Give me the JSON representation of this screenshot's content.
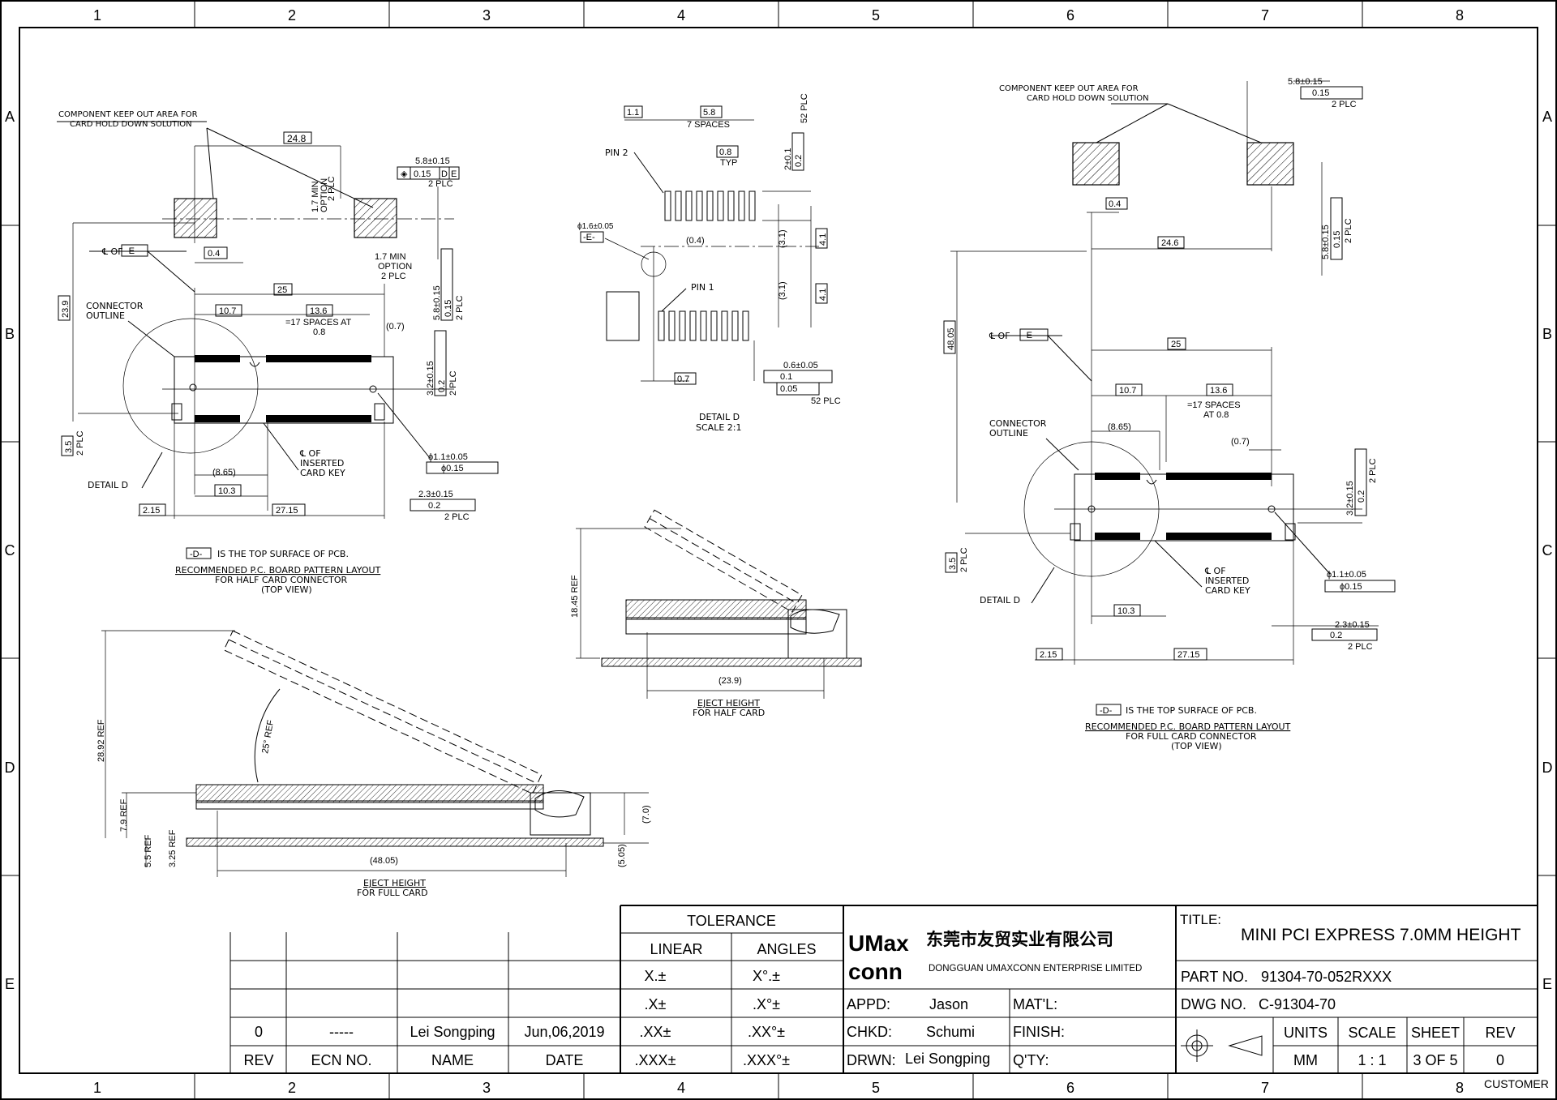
{
  "border": {
    "cols": [
      "1",
      "2",
      "3",
      "4",
      "5",
      "6",
      "7",
      "8"
    ],
    "rows": [
      "A",
      "B",
      "C",
      "D",
      "E"
    ]
  },
  "half_layout": {
    "keepout": "COMPONENT KEEP OUT AREA FOR",
    "keepout2": "CARD HOLD DOWN SOLUTION",
    "d248": "24.8",
    "d58": "5.8±0.15",
    "d015": "0.15",
    "d": "D",
    "e": "E",
    "plc2": "2 PLC",
    "min17": "1.7 MIN",
    "option": "OPTION",
    "cl_of": "℄ OF",
    "cl_e": "-E-",
    "d04": "0.4",
    "d17b": "1.7 MIN",
    "optionb": "OPTION",
    "plc2b": "2 PLC",
    "d239": "23.9",
    "d58v": "5.8±0.15",
    "d015v": "0.15",
    "plc2v": "2 PLC",
    "conn": "CONNECTOR",
    "outline": "OUTLINE",
    "d25": "25",
    "d107": "10.7",
    "d136": "13.6",
    "spaces": "=17 SPACES AT",
    "d08": "0.8",
    "d07": "(0.7)",
    "d32": "3.2±0.15",
    "d02": "0.2",
    "plc2c": "2 PLC",
    "d35": "3.5",
    "plc2d": "2 PLC",
    "cl_of2": "℄ OF",
    "inserted": "INSERTED",
    "cardkey": "CARD KEY",
    "hole": "ϕ1.1±0.05",
    "d015h": "ϕ0.15",
    "detail": "DETAIL D",
    "d865": "(8.65)",
    "d103": "10.3",
    "d23": "2.3±0.15",
    "d02b": "0.2",
    "plc2e": "2 PLC",
    "d215": "2.15",
    "d2715": "27.15",
    "note_d": "-D-",
    "note1": "IS THE TOP SURFACE OF PCB.",
    "note2": "RECOMMENDED P.C. BOARD PATTERN LAYOUT",
    "note3": "FOR HALF CARD CONNECTOR",
    "note4": "(TOP VIEW)"
  },
  "detail_d": {
    "d11": "1.1",
    "d58": "5.8",
    "spaces7": "7 SPACES",
    "d08": "0.8",
    "typ": "TYP",
    "pin2": "PIN 2",
    "d2": "2±0.1",
    "d02": "0.2",
    "plc52": "52 PLC",
    "hole": "ϕ1.6±0.05",
    "ref_e": "-E-",
    "d04": "(0.4)",
    "d31a": "(3.1)",
    "d41a": "4.1",
    "pin1": "PIN 1",
    "d31b": "(3.1)",
    "d41b": "4.1",
    "d07": "0.7",
    "d06": "0.6±0.05",
    "d01": "0.1",
    "d005": "0.05",
    "plc52b": "52 PLC",
    "title": "DETAIL D",
    "scale": "SCALE 2:1"
  },
  "eject_half": {
    "d1845": "18.45 REF",
    "d239": "(23.9)",
    "t1": "EJECT HEIGHT",
    "t2": "FOR HALF CARD"
  },
  "eject_full": {
    "d2892": "28.92 REF",
    "ang": "25° REF",
    "d79": "7.9 REF",
    "d55": "5.5 REF",
    "d325": "3.25 REF",
    "d70": "(7.0)",
    "d505": "(5.05)",
    "d4805": "(48.05)",
    "t1": "EJECT HEIGHT",
    "t2": "FOR FULL CARD"
  },
  "full_layout": {
    "keepout": "COMPONENT KEEP OUT AREA FOR",
    "keepout2": "CARD HOLD DOWN SOLUTION",
    "d58": "5.8±0.15",
    "d015": "0.15",
    "plc2": "2 PLC",
    "d04": "0.4",
    "d246": "24.6",
    "d58v": "5.8±0.15",
    "d015v": "0.15",
    "plc2v": "2 PLC",
    "d4805": "48.05",
    "cl_of": "℄ OF",
    "cl_e": "-E-",
    "d25": "25",
    "d107": "10.7",
    "d136": "13.6",
    "conn": "CONNECTOR",
    "outline": "OUTLINE",
    "spaces": "=17 SPACES",
    "at08": "AT 0.8",
    "d865": "(8.65)",
    "d07": "(0.7)",
    "d32": "3.2±0.15",
    "d02": "0.2",
    "plc2c": "2 PLC",
    "d35": "3.5",
    "plc2d": "2 PLC",
    "cl_of2": "℄ OF",
    "inserted": "INSERTED",
    "cardkey": "CARD KEY",
    "hole": "ϕ1.1±0.05",
    "d015h": "ϕ0.15",
    "detail": "DETAIL D",
    "d103": "10.3",
    "d23": "2.3±0.15",
    "d02b": "0.2",
    "plc2e": "2 PLC",
    "d215": "2.15",
    "d2715": "27.15",
    "note_d": "-D-",
    "note1": "IS THE TOP SURFACE OF PCB.",
    "note2": "RECOMMENDED P.C. BOARD PATTERN LAYOUT",
    "note3": "FOR FULL CARD CONNECTOR",
    "note4": "(TOP VIEW)"
  },
  "rev_table": {
    "rev_val": "0",
    "ecn_val": "-----",
    "name_val": "Lei Songping",
    "date_val": "Jun,06,2019",
    "rev_h": "REV",
    "ecn_h": "ECN NO.",
    "name_h": "NAME",
    "date_h": "DATE"
  },
  "tolerance": {
    "title": "TOLERANCE",
    "linear": "LINEAR",
    "angles": "ANGLES",
    "l1": "X.±",
    "a1": "X°.±",
    "l2": ".X±",
    "a2": ".X°±",
    "l3": ".XX±",
    "a3": ".XX°±",
    "l4": ".XXX±",
    "a4": ".XXX°±"
  },
  "company": {
    "logo1": "UMax",
    "logo2": "conn",
    "cn": "东莞市友贸实业有限公司",
    "en": "DONGGUAN UMAXCONN ENTERPRISE LIMITED"
  },
  "approvals": {
    "appd_l": "APPD:",
    "appd_v": "Jason",
    "mat_l": "MAT'L:",
    "chkd_l": "CHKD:",
    "chkd_v": "Schumi",
    "finish_l": "FINISH:",
    "drwn_l": "DRWN:",
    "drwn_v": "Lei Songping",
    "qty_l": "Q'TY:"
  },
  "title_block": {
    "title_l": "TITLE:",
    "title_v": "MINI PCI EXPRESS 7.0MM HEIGHT",
    "part_l": "PART NO.",
    "part_v": "91304-70-052RXXX",
    "dwg_l": "DWG NO.",
    "dwg_v": "C-91304-70",
    "units_h": "UNITS",
    "scale_h": "SCALE",
    "sheet_h": "SHEET",
    "rev_h": "REV",
    "units_v": "MM",
    "scale_v": "1 : 1",
    "sheet_v": "3 OF 5",
    "rev_v": "0",
    "customer": "CUSTOMER"
  }
}
